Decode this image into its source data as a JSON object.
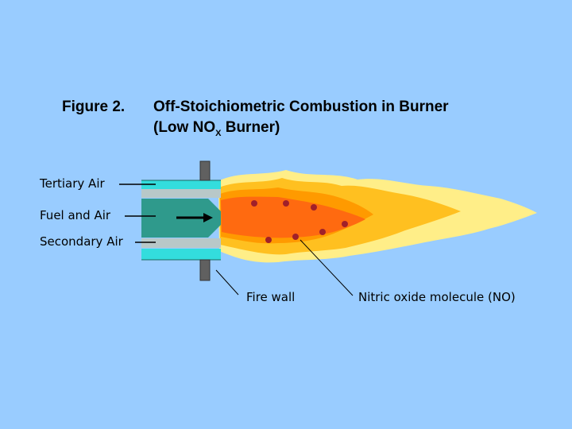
{
  "figure": {
    "number": "Figure 2.",
    "title": "Off-Stoichiometric Combustion in Burner",
    "subtitle_prefix": "(Low NO",
    "subtitle_sub": "X",
    "subtitle_suffix": " Burner)"
  },
  "labels": {
    "tertiary_air": "Tertiary Air",
    "fuel_and_air": "Fuel and Air",
    "secondary_air": "Secondary Air",
    "fire_wall": "Fire wall",
    "nitric_oxide": "Nitric oxide molecule (NO)"
  },
  "colors": {
    "background": "#99ccff",
    "outer_flame": "#ffee88",
    "mid_flame": "#ffc020",
    "inner_flame": "#ff9a00",
    "core_flame": "#ff6a10",
    "no_molecule": "#a0202a",
    "burner_teal": "#2f9a8c",
    "burner_cyan": "#33dddd",
    "burner_gray": "#b8c8c8",
    "firewall": "#606060"
  }
}
